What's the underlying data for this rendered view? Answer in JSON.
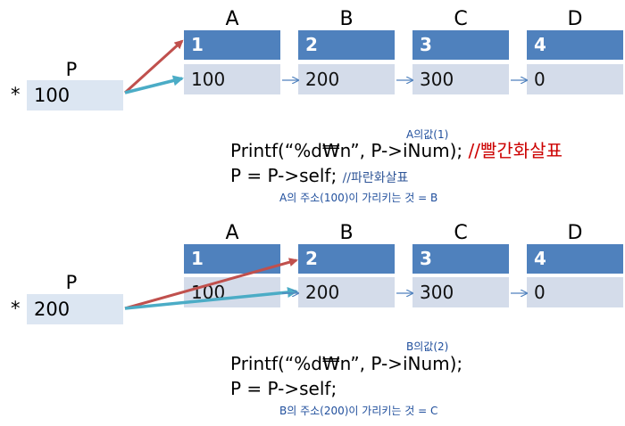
{
  "panels": [
    {
      "pointer": {
        "label": "P",
        "star": "*",
        "value": "100"
      },
      "nodes": [
        {
          "letter": "A",
          "index": "1",
          "value": "100"
        },
        {
          "letter": "B",
          "index": "2",
          "value": "200"
        },
        {
          "letter": "C",
          "index": "3",
          "value": "300"
        },
        {
          "letter": "D",
          "index": "4",
          "value": "0"
        }
      ],
      "annotation": "A의값(1)",
      "code_line1": "Printf(“%d₩n”, P->iNum);",
      "comment1": "//빨간화살표",
      "code_line2": "P = P->self;",
      "comment2": "//파란화살표",
      "note": "A의 주소(100)이 가리키는 것 = B"
    },
    {
      "pointer": {
        "label": "P",
        "star": "*",
        "value": "200"
      },
      "nodes": [
        {
          "letter": "A",
          "index": "1",
          "value": "100"
        },
        {
          "letter": "B",
          "index": "2",
          "value": "200"
        },
        {
          "letter": "C",
          "index": "3",
          "value": "300"
        },
        {
          "letter": "D",
          "index": "4",
          "value": "0"
        }
      ],
      "annotation": "B의값(2)",
      "code_line1": "Printf(“%d₩n”, P->iNum);",
      "code_line2": "P = P->self;",
      "note": "B의 주소(200)이 가리키는 것 = C"
    }
  ],
  "colors": {
    "header": "#4f81bd",
    "value_cell": "#d4dcea",
    "pointer_cell": "#dce6f2",
    "red_arrow": "#c0504d",
    "teal_arrow": "#4bacc6",
    "link_arrow": "#4f81bd",
    "red_comment": "#cc0000",
    "blue_comment": "#2f5597"
  }
}
